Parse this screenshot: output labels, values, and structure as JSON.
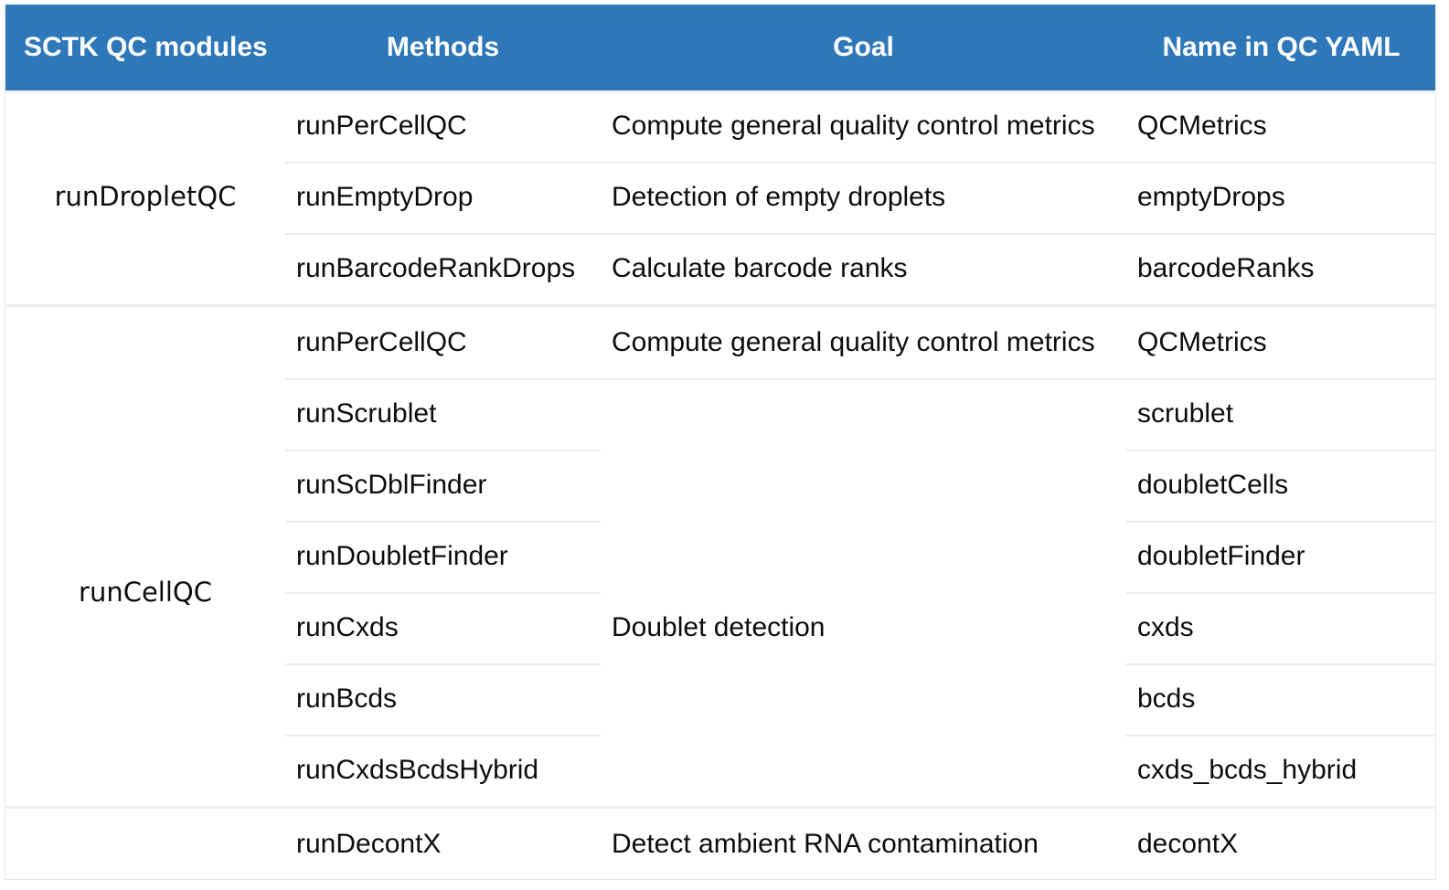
{
  "table": {
    "headers": [
      {
        "key": "modules",
        "label": "SCTK QC modules"
      },
      {
        "key": "methods",
        "label": "Methods"
      },
      {
        "key": "goal",
        "label": "Goal"
      },
      {
        "key": "name",
        "label": "Name in QC YAML"
      }
    ],
    "header_bg": "#2e78ba",
    "header_text_color": "#ffffff",
    "rule_color": "#ebecee",
    "groups": [
      {
        "module": "runDropletQC",
        "rows": [
          {
            "method": "runPerCellQC",
            "goal": "Compute general quality control metrics",
            "name": "QCMetrics"
          },
          {
            "method": "runEmptyDrop",
            "goal": "Detection of empty droplets",
            "name": "emptyDrops"
          },
          {
            "method": "runBarcodeRankDrops",
            "goal": "Calculate barcode ranks",
            "name": "barcodeRanks"
          }
        ]
      },
      {
        "module": "runCellQC",
        "rows": [
          {
            "method": "runPerCellQC",
            "goal": "Compute general quality control metrics",
            "name": "QCMetrics"
          },
          {
            "method": "runScrublet",
            "goal": "",
            "name": "scrublet"
          },
          {
            "method": "runScDblFinder",
            "goal": "",
            "name": "doubletCells"
          },
          {
            "method": "runDoubletFinder",
            "goal": "",
            "name": "doubletFinder"
          },
          {
            "method": "runCxds",
            "goal": "",
            "name": "cxds"
          },
          {
            "method": "runBcds",
            "goal": "",
            "name": "bcds"
          },
          {
            "method": "runCxdsBcdsHybrid",
            "goal": "",
            "name": "cxds_bcds_hybrid"
          },
          {
            "method": "runDecontX",
            "goal": "Detect ambient RNA contamination",
            "name": "decontX"
          }
        ],
        "merged_goal": {
          "label": "Doublet detection",
          "spans_rows": [
            1,
            2,
            3,
            4,
            5,
            6
          ]
        }
      }
    ]
  }
}
